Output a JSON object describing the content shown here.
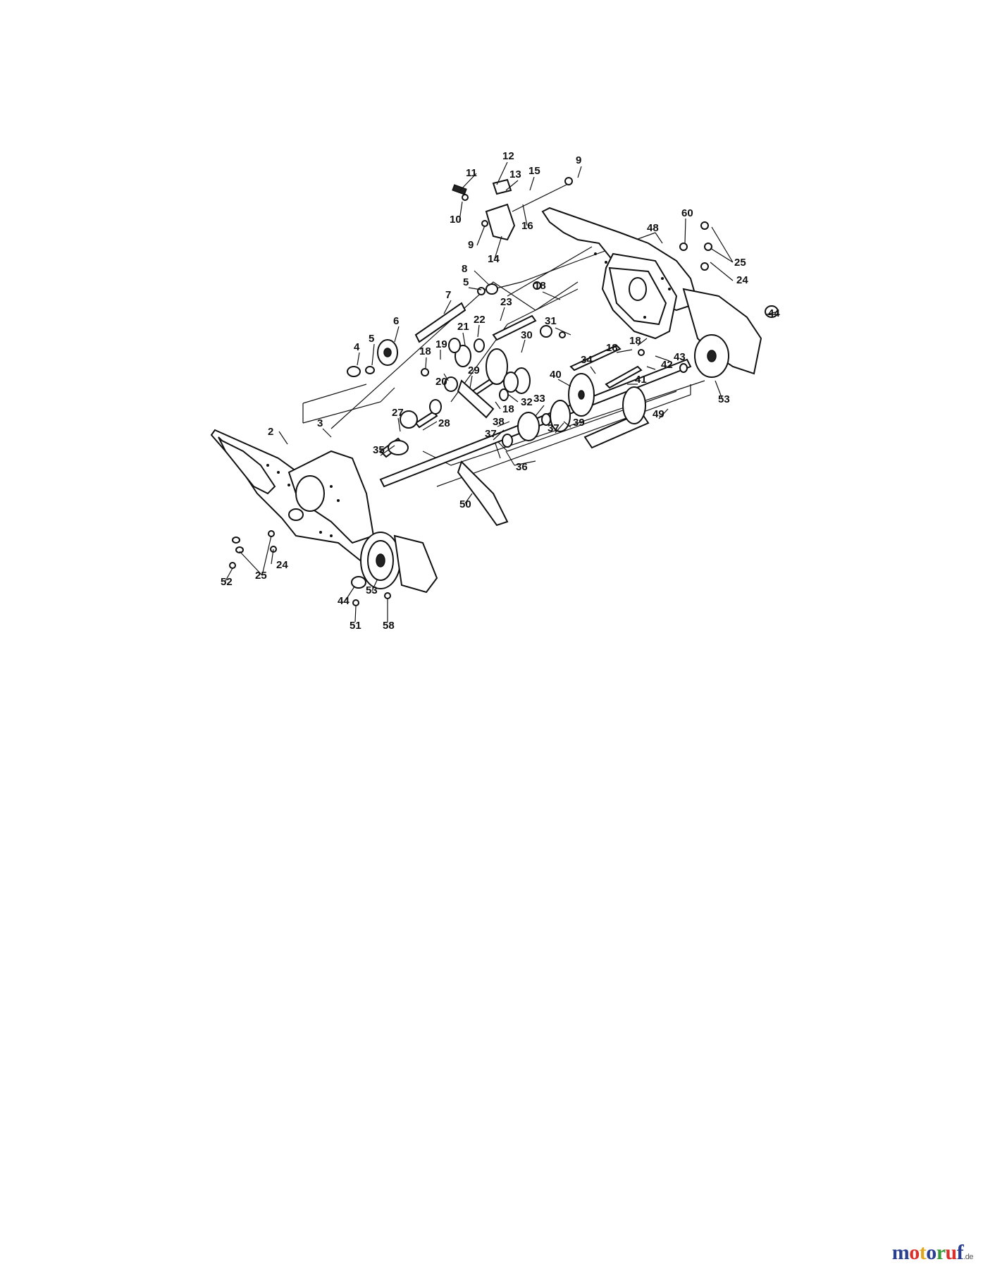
{
  "diagram": {
    "callouts": [
      "2",
      "3",
      "4",
      "5",
      "5",
      "6",
      "7",
      "8",
      "9",
      "9",
      "10",
      "11",
      "12",
      "13",
      "14",
      "15",
      "16",
      "18",
      "18",
      "18",
      "18",
      "18",
      "19",
      "20",
      "21",
      "22",
      "23",
      "24",
      "24",
      "25",
      "25",
      "27",
      "28",
      "29",
      "30",
      "31",
      "32",
      "33",
      "34",
      "35",
      "36",
      "37",
      "37",
      "38",
      "39",
      "40",
      "41",
      "42",
      "43",
      "44",
      "44",
      "48",
      "49",
      "50",
      "51",
      "52",
      "53",
      "53",
      "58",
      "60"
    ]
  },
  "watermark": {
    "letters": [
      {
        "ch": "m",
        "color": "#2b3f8f"
      },
      {
        "ch": "o",
        "color": "#d9302b"
      },
      {
        "ch": "t",
        "color": "#e0a81c"
      },
      {
        "ch": "o",
        "color": "#2b3f8f"
      },
      {
        "ch": "r",
        "color": "#3a9a3a"
      },
      {
        "ch": "u",
        "color": "#d9302b"
      },
      {
        "ch": "f",
        "color": "#2b3f8f"
      }
    ],
    "suffix": ".de"
  }
}
